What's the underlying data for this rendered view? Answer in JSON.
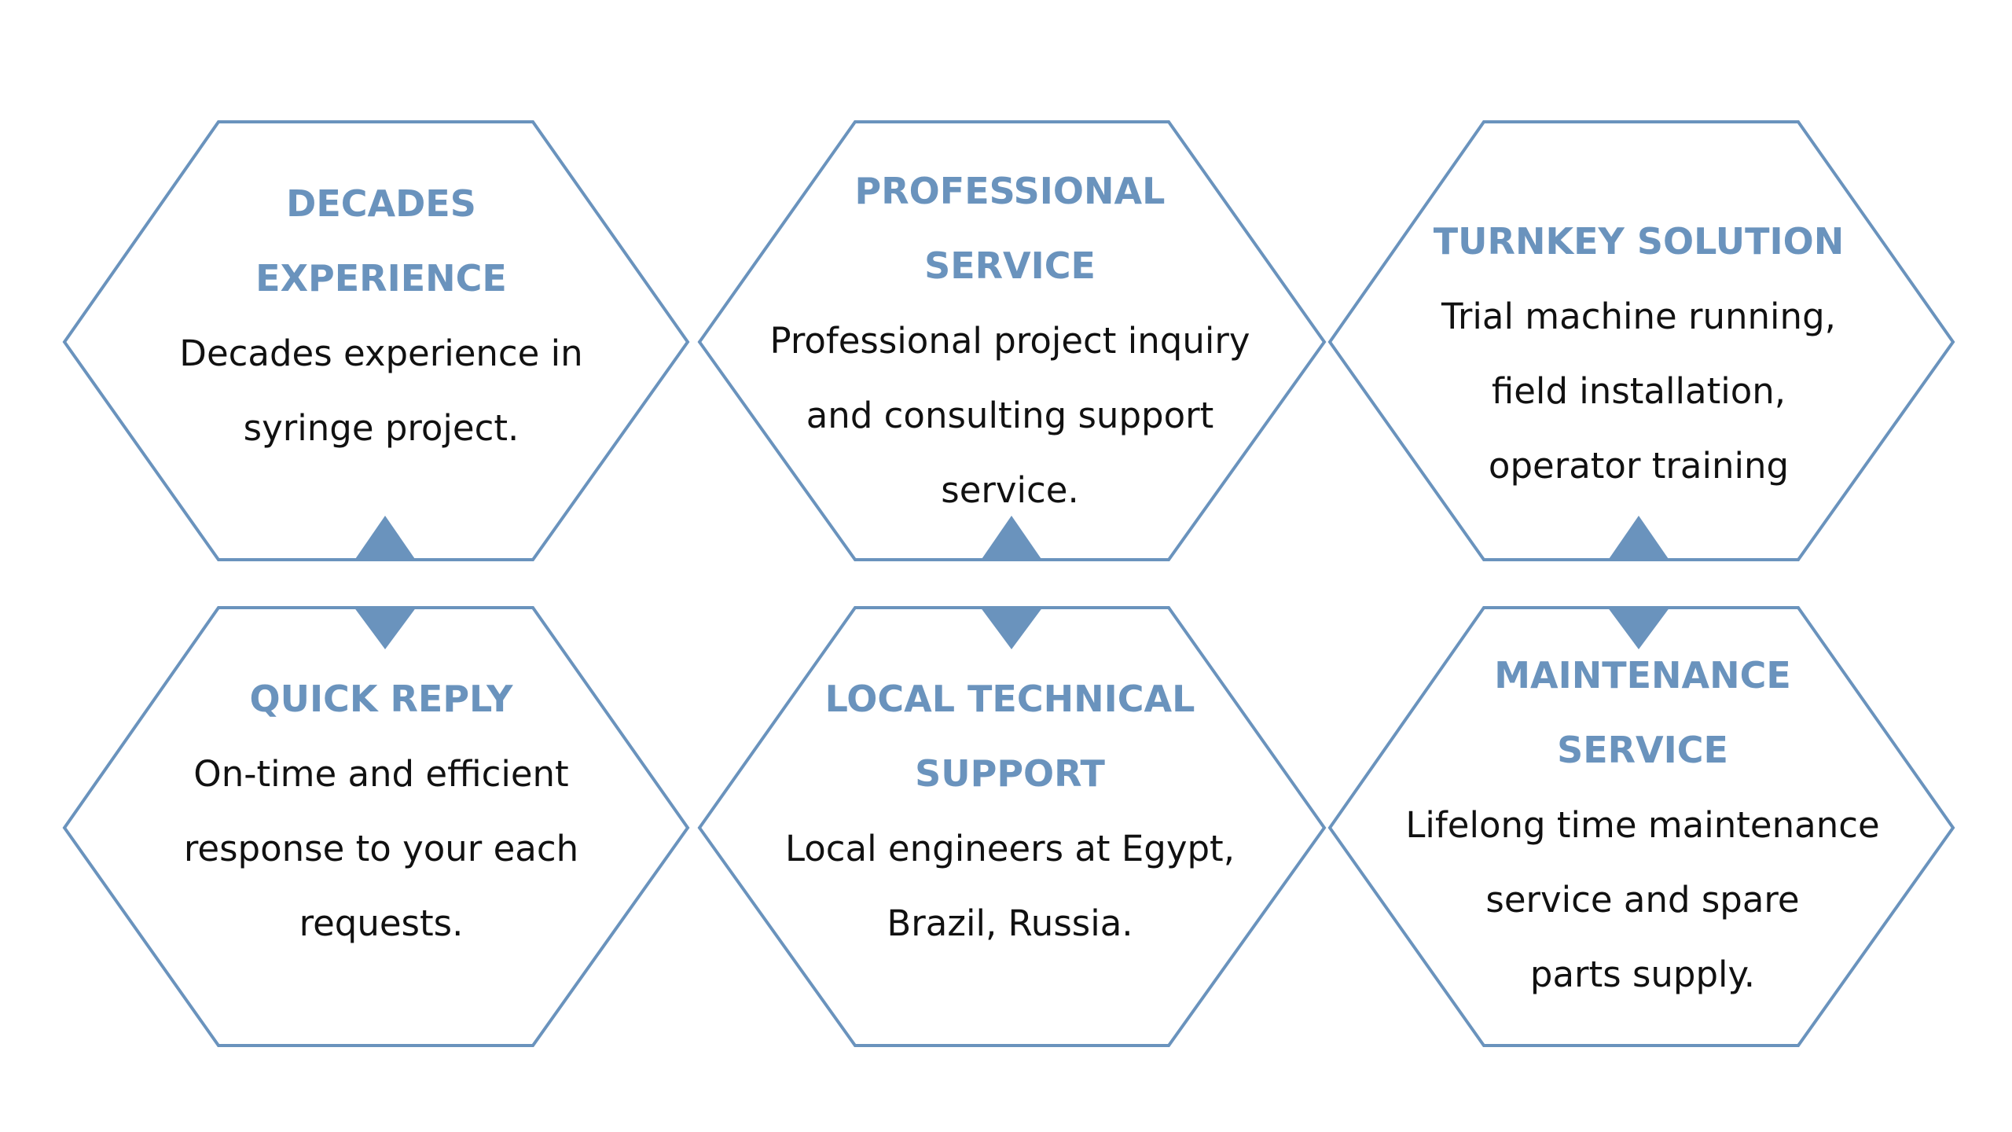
{
  "colors": {
    "outline": "#6a93bd",
    "title": "#6a93bd",
    "text": "#111111",
    "connector": "#6a93bd"
  },
  "cards": [
    {
      "title_lines": [
        "DECADES",
        "EXPERIENCE"
      ],
      "desc_lines": [
        "Decades experience in",
        "syringe project."
      ]
    },
    {
      "title_lines": [
        "PROFESSIONAL",
        "SERVICE"
      ],
      "desc_lines": [
        "Professional project inquiry",
        "and consulting support",
        "service."
      ]
    },
    {
      "title_lines": [
        "TURNKEY SOLUTION"
      ],
      "desc_lines": [
        "Trial machine running,",
        "field installation,",
        "operator training"
      ]
    },
    {
      "title_lines": [
        "QUICK REPLY"
      ],
      "desc_lines": [
        "On-time and efficient",
        "response to your each",
        "requests."
      ]
    },
    {
      "title_lines": [
        "LOCAL TECHNICAL",
        "SUPPORT"
      ],
      "desc_lines": [
        "Local engineers at Egypt,",
        "Brazil, Russia."
      ]
    },
    {
      "title_lines": [
        "MAINTENANCE",
        "SERVICE"
      ],
      "desc_lines": [
        "Lifelong time maintenance",
        "service and spare",
        "parts supply."
      ]
    }
  ]
}
